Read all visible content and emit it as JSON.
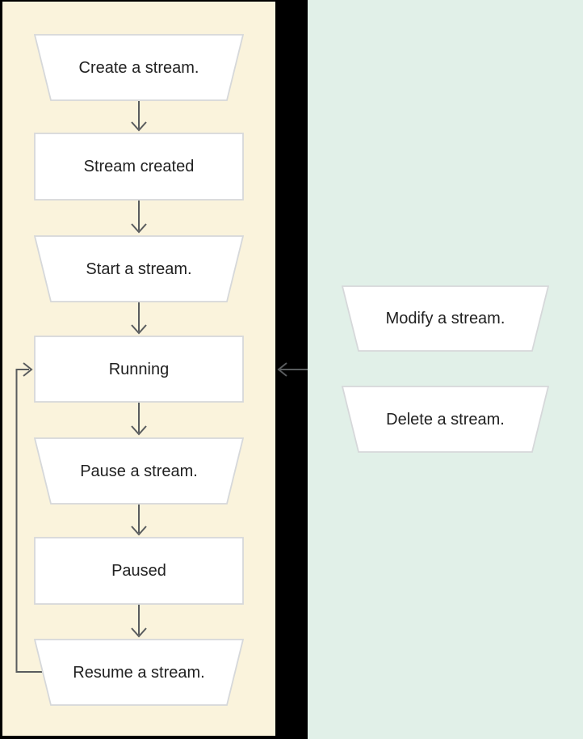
{
  "colors": {
    "page-bg": "#000000",
    "left-panel-bg": "#FAF3DC",
    "right-panel-bg": "#E1F0E8",
    "node-fill": "#FFFFFF",
    "node-border": "#D6D8DA",
    "arrow": "#595C5E",
    "text": "#212121"
  },
  "flowchart": {
    "left_panel": {
      "nodes": [
        {
          "label": "Create a stream.",
          "shape": "trapezoid"
        },
        {
          "label": "Stream created",
          "shape": "rect"
        },
        {
          "label": "Start a stream.",
          "shape": "trapezoid"
        },
        {
          "label": "Running",
          "shape": "rect"
        },
        {
          "label": "Pause a stream.",
          "shape": "trapezoid"
        },
        {
          "label": "Paused",
          "shape": "rect"
        },
        {
          "label": "Resume a stream.",
          "shape": "trapezoid"
        }
      ]
    },
    "right_panel": {
      "nodes": [
        {
          "label": "Modify a stream.",
          "shape": "trapezoid"
        },
        {
          "label": "Delete a stream.",
          "shape": "trapezoid"
        }
      ]
    },
    "edges": [
      {
        "from": "Create a stream.",
        "to": "Stream created",
        "style": "down-arrow"
      },
      {
        "from": "Stream created",
        "to": "Start a stream.",
        "style": "down-arrow"
      },
      {
        "from": "Start a stream.",
        "to": "Running",
        "style": "down-arrow"
      },
      {
        "from": "Running",
        "to": "Pause a stream.",
        "style": "down-arrow"
      },
      {
        "from": "Pause a stream.",
        "to": "Paused",
        "style": "down-arrow"
      },
      {
        "from": "Paused",
        "to": "Resume a stream.",
        "style": "down-arrow"
      },
      {
        "from": "Resume a stream.",
        "to": "Running",
        "style": "loop-up-right-arrow"
      },
      {
        "from": "right-panel",
        "to": "Running",
        "style": "left-arrow"
      }
    ]
  }
}
